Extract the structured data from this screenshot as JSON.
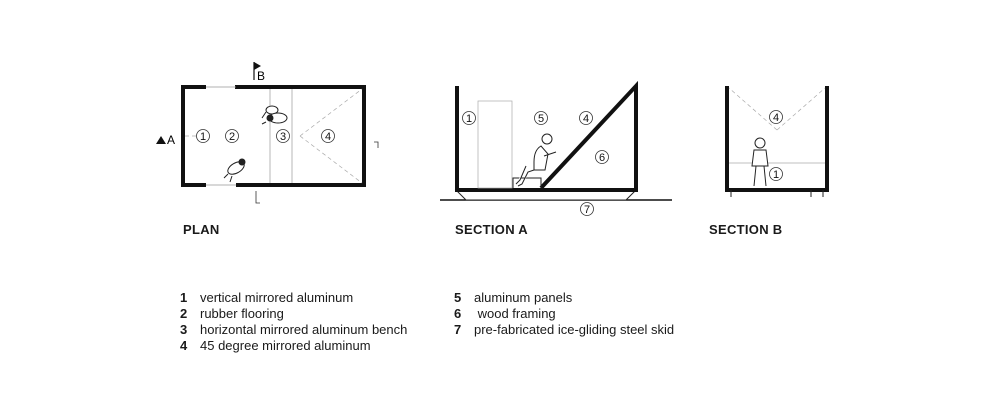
{
  "views": {
    "plan": {
      "title": "PLAN"
    },
    "section_a": {
      "title": "SECTION A"
    },
    "section_b": {
      "title": "SECTION B"
    }
  },
  "section_marks": {
    "a": "A",
    "b": "B"
  },
  "callouts": {
    "plan": [
      "1",
      "2",
      "3",
      "4"
    ],
    "section_a": [
      "1",
      "5",
      "4",
      "6",
      "7"
    ],
    "section_b": [
      "4",
      "1"
    ]
  },
  "legend": {
    "left": [
      {
        "num": "1",
        "text": "vertical mirrored aluminum"
      },
      {
        "num": "2",
        "text": "rubber flooring"
      },
      {
        "num": "3",
        "text": "horizontal mirrored aluminum bench"
      },
      {
        "num": "4",
        "text": "45 degree mirrored aluminum"
      }
    ],
    "right": [
      {
        "num": "5",
        "text": "aluminum panels"
      },
      {
        "num": "6",
        "text": " wood framing"
      },
      {
        "num": "7",
        "text": "pre-fabricated ice-gliding steel skid"
      }
    ]
  }
}
